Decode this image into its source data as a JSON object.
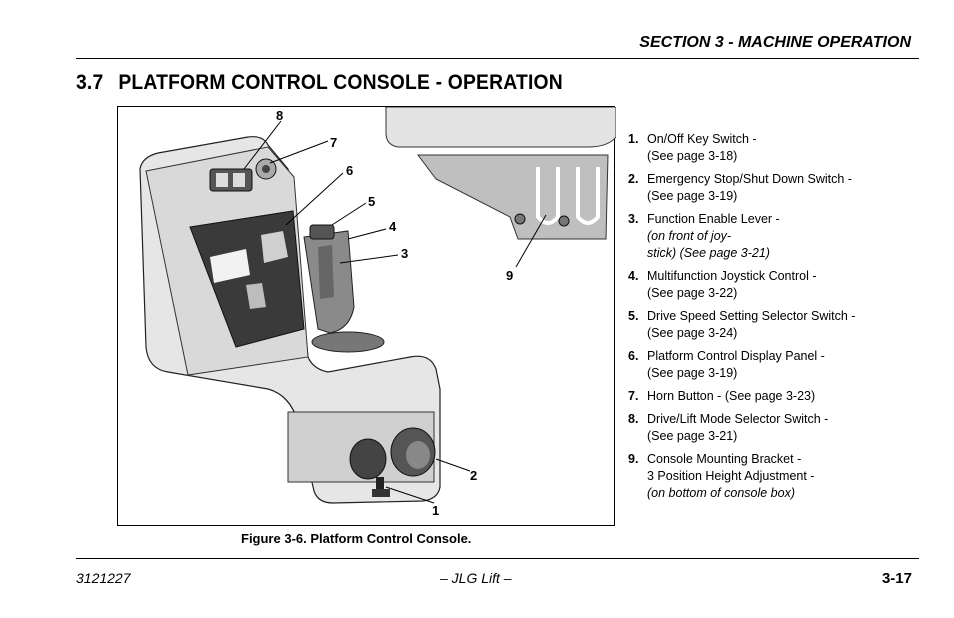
{
  "header": {
    "section": "SECTION 3 - MACHINE OPERATION"
  },
  "title": {
    "number": "3.7",
    "text": "PLATFORM CONTROL CONSOLE - OPERATION"
  },
  "figure": {
    "caption": "Figure 3-6. Platform Control Console.",
    "callouts": [
      "8",
      "7",
      "6",
      "5",
      "4",
      "3",
      "9",
      "2",
      "1"
    ]
  },
  "legend": [
    {
      "num": "1.",
      "lines": [
        "On/Off Key Switch -",
        "(See page 3-18)"
      ]
    },
    {
      "num": "2.",
      "lines": [
        "Emergency Stop/Shut Down Switch -",
        "(See page 3-19)"
      ]
    },
    {
      "num": "3.",
      "text": "Function Enable Lever - ",
      "italic": "(on front of joy-",
      "line2_italic": "stick) (See page 3-21)"
    },
    {
      "num": "4.",
      "lines": [
        "Multifunction Joystick Control -",
        "(See page 3-22)"
      ]
    },
    {
      "num": "5.",
      "lines": [
        "Drive Speed Setting Selector Switch -",
        "(See page 3-24)"
      ]
    },
    {
      "num": "6.",
      "lines": [
        "Platform Control Display Panel -",
        "(See page 3-19)"
      ]
    },
    {
      "num": "7.",
      "lines": [
        "Horn Button - (See page 3-23)"
      ]
    },
    {
      "num": "8.",
      "lines": [
        "Drive/Lift Mode Selector Switch -",
        "(See page 3-21)"
      ]
    },
    {
      "num": "9.",
      "lines": [
        "Console Mounting Bracket -",
        "3 Position Height Adjustment -"
      ],
      "italic_line": "(on bottom of console box)"
    }
  ],
  "footer": {
    "doc_number": "3121227",
    "brand": "– JLG Lift –",
    "page": "3-17"
  }
}
